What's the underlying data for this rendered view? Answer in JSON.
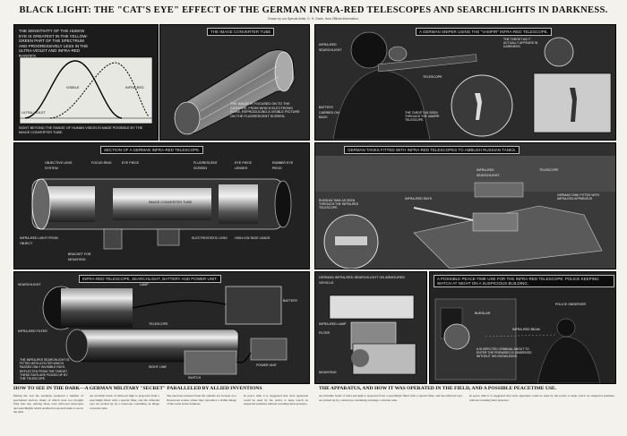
{
  "title": "BLACK LIGHT: THE \"CAT'S EYE\" EFFECT OF THE GERMAN INFRA-RED TELESCOPES AND SEARCHLIGHTS IN DARKNESS.",
  "credit": "Drawn by our Special Artist, G. H. Davis, from Official Information.",
  "panels": {
    "spectrum": {
      "caption": "The sensitivity of the human eye is greatest in the yellow-green part of the spectrum and progressively less in the ultra-violet and infra-red ranges.",
      "label_visible": "VISIBLE",
      "label_infra": "INFRA-RED",
      "label_uv": "ULTRA-VIOLET",
      "bottom_caption": "Sight beyond the range of human vision is made possible by the image converter tube."
    },
    "converter": {
      "caption": "The image converter tube",
      "body": "The image is focused on to the cathode, from which electrons flow, reproducing a visible picture on the fluorescent screen."
    },
    "telescope": {
      "caption": "Section of a German infra-red telescope.",
      "labels": [
        "Objective lens system",
        "Focus ring",
        "Eye piece",
        "Fluorescent screen",
        "Eye piece lenses",
        "Rubber eye piece",
        "Image converter tube",
        "Electrostatic lens",
        "High-voltage leads",
        "Infra-red light from object",
        "Bracket for mounting"
      ]
    },
    "apparatus": {
      "caption": "Infra-red telescope, searchlight, battery and power unit.",
      "labels": [
        "Searchlight",
        "Telescope",
        "Battery",
        "Power unit",
        "Infra-red filter",
        "Lamp",
        "Sight line",
        "Switch"
      ],
      "note": "The infra-red searchlight is fitted with a filter which passes only invisible rays. Reflected from the target, these rays are picked up by the telescope."
    },
    "sniper": {
      "caption": "A German sniper using the \"Vampir\" infra-red telescope.",
      "labels": [
        "Infra-red searchlight",
        "Telescope",
        "Battery carried on back"
      ],
      "inset_caption": "The target as seen through the Vampir telescope.",
      "target_caption": "The target as it actually appears in darkness."
    },
    "tanks": {
      "banner": "German tanks fitted with infra-red telescopes to ambush Russian tanks.",
      "labels": [
        "Infra-red searchlight",
        "Telescope",
        "German tank fitted with infra-red apparatus",
        "Infra-red rays"
      ],
      "inset_caption": "Russian tank as seen through the infra-red telescope."
    },
    "lamp": {
      "caption": "German infra-red searchlight on armoured vehicle.",
      "labels": [
        "Infra-red lamp",
        "Filter",
        "Mounting"
      ]
    },
    "peacetime": {
      "banner": "A possible peace-time use for the infra-red telescope: police keeping watch at night on a suspicious building.",
      "labels": [
        "Burglar",
        "Infra-red beam",
        "Police observer"
      ],
      "note": "A suspected criminal about to enter the premises is observed without his knowledge."
    }
  },
  "footer": {
    "left_heading": "HOW TO SEE IN THE DARK—A GERMAN MILITARY \"SECRET\" PARALLELED BY ALLIED INVENTIONS",
    "right_heading": "THE APPARATUS, AND HOW IT WAS OPERATED IN THE FIELD, AND A POSSIBLE PEACETIME USE.",
    "col1": "During the war the Germans produced a number of specialised devices, many of which were not brought fully into use. Among these were infra-red telescopes and searchlights which enabled troops and tanks to see in the dark.",
    "col2": "An invisible beam of infra-red light is projected from a searchlight fitted with a special filter, and the reflected rays are picked up by a telescope containing an image converter tube.",
    "col3": "The electrons released from the cathode are focused on a fluorescent screen, where they reproduce a visible image of the scene in the darkness.",
    "col4": "In peace time it is suggested that such apparatus could be used by the police to keep watch on suspected premises without revealing their presence."
  }
}
